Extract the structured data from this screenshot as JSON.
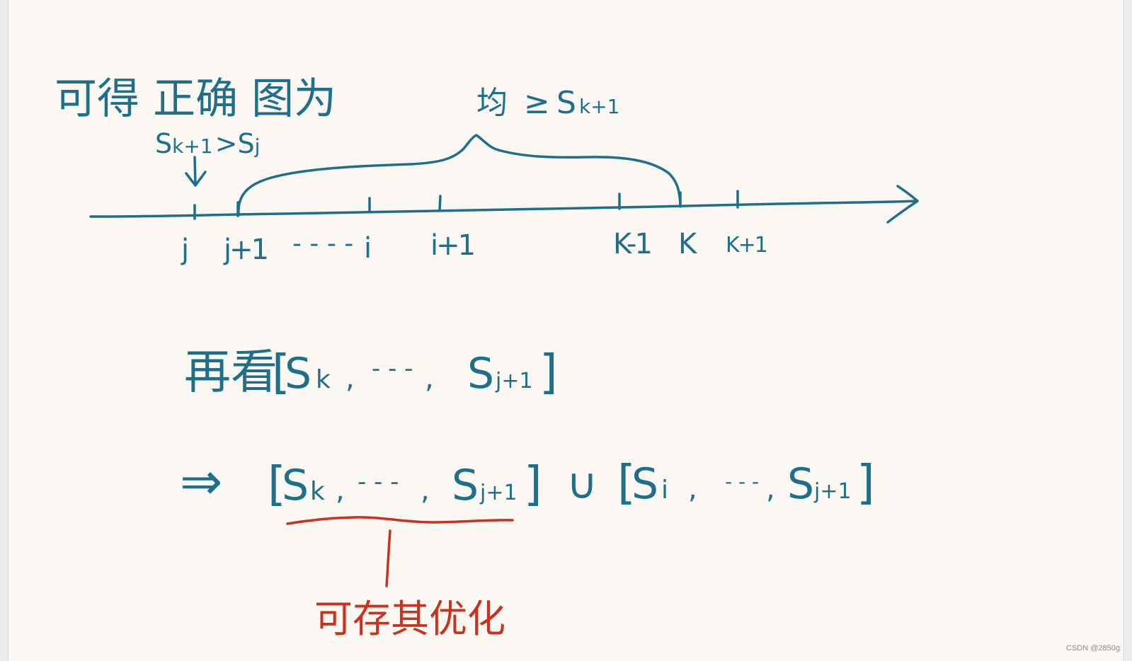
{
  "colors": {
    "ink": "#1f6f8b",
    "highlight": "#c8321f",
    "paper": "#fbf8f3"
  },
  "title": "可得 正确 图为",
  "condition": {
    "lhs": "S",
    "lhs_sub": "k+1",
    "op": ">",
    "rhs": "S",
    "rhs_sub": "j"
  },
  "brace_label": {
    "prefix": "均",
    "op": "≥",
    "term": "S",
    "term_sub": "k+1"
  },
  "axis": {
    "ticks": [
      {
        "label": "j"
      },
      {
        "label": "j+1"
      },
      {
        "label": "i"
      },
      {
        "label": "i+1"
      },
      {
        "label": "K-1"
      },
      {
        "label": "K"
      },
      {
        "label": "K+1"
      }
    ],
    "ellipsis": "- - - -"
  },
  "step1": {
    "prefix": "再看",
    "open": "[",
    "first": "S",
    "first_sub": "k",
    "sep1": ",",
    "dots": "- - -",
    "sep2": ",",
    "last": "S",
    "last_sub": "j+1",
    "close": "]"
  },
  "step2": {
    "implies": "⇒",
    "left": {
      "open": "[",
      "first": "S",
      "first_sub": "k",
      "sep1": ",",
      "dots": "- - -",
      "sep2": ",",
      "last": "S",
      "last_sub": "j+1",
      "close": "]"
    },
    "union": "∪",
    "right": {
      "open": "[",
      "first": "S",
      "first_sub": "i",
      "sep1": ",",
      "dots": "- - -",
      "sep2": ",",
      "last": "S",
      "last_sub": "j+1",
      "close": "]"
    }
  },
  "note": "可存其优化",
  "watermark": "CSDN @2850g"
}
